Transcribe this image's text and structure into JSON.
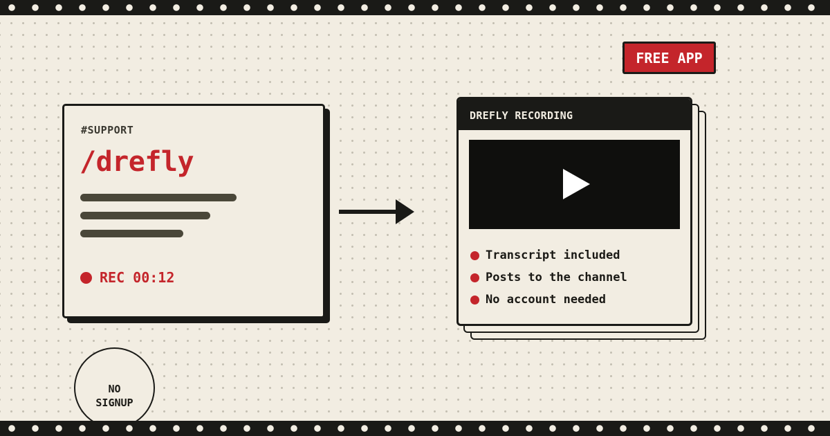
{
  "colors": {
    "background": "#f2ede2",
    "ink": "#1a1a17",
    "accent_red": "#c4252b",
    "line_gray": "#4a4739"
  },
  "message_card": {
    "channel": "#SUPPORT",
    "command": "/drefly",
    "placeholder_lines": 3,
    "rec_label": "REC 00:12"
  },
  "arrow": {
    "icon": "arrow-right-icon"
  },
  "recording_window": {
    "title": "DREFLY RECORDING",
    "video_icon": "play-icon",
    "features": [
      {
        "label": "Transcript included"
      },
      {
        "label": "Posts to the channel"
      },
      {
        "label": "No account needed"
      }
    ]
  },
  "badge": {
    "label": "FREE APP"
  },
  "seal": {
    "label": "NO\nSIGNUP"
  }
}
